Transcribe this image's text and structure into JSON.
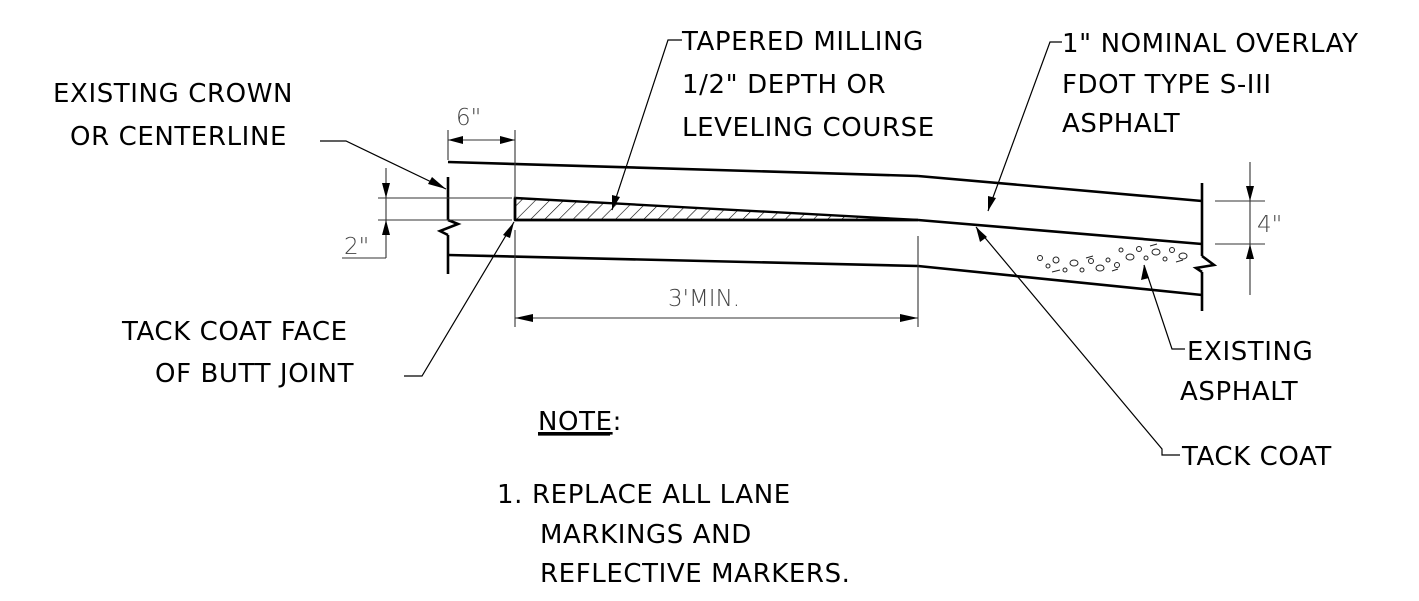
{
  "labels": {
    "crown_line1": "EXISTING CROWN",
    "crown_line2": "OR CENTERLINE",
    "milling_line1": "TAPERED MILLING",
    "milling_line2": "1/2\" DEPTH OR",
    "milling_line3": "LEVELING COURSE",
    "overlay_line1": "1\" NOMINAL OVERLAY",
    "overlay_line2": "FDOT TYPE S-III",
    "overlay_line3": "ASPHALT",
    "tack_face_line1": "TACK COAT FACE",
    "tack_face_line2": "OF BUTT JOINT",
    "existing_line1": "EXISTING",
    "existing_line2": "ASPHALT",
    "tack_coat": "TACK COAT"
  },
  "dimensions": {
    "offset": "6\"",
    "depth": "2\"",
    "taper_length": "3'MIN.",
    "thickness": "4\""
  },
  "note": {
    "heading": "NOTE",
    "colon": ":",
    "item_number": "1.",
    "item_line1": "REPLACE ALL LANE",
    "item_line2": "MARKINGS AND",
    "item_line3": "REFLECTIVE MARKERS."
  }
}
